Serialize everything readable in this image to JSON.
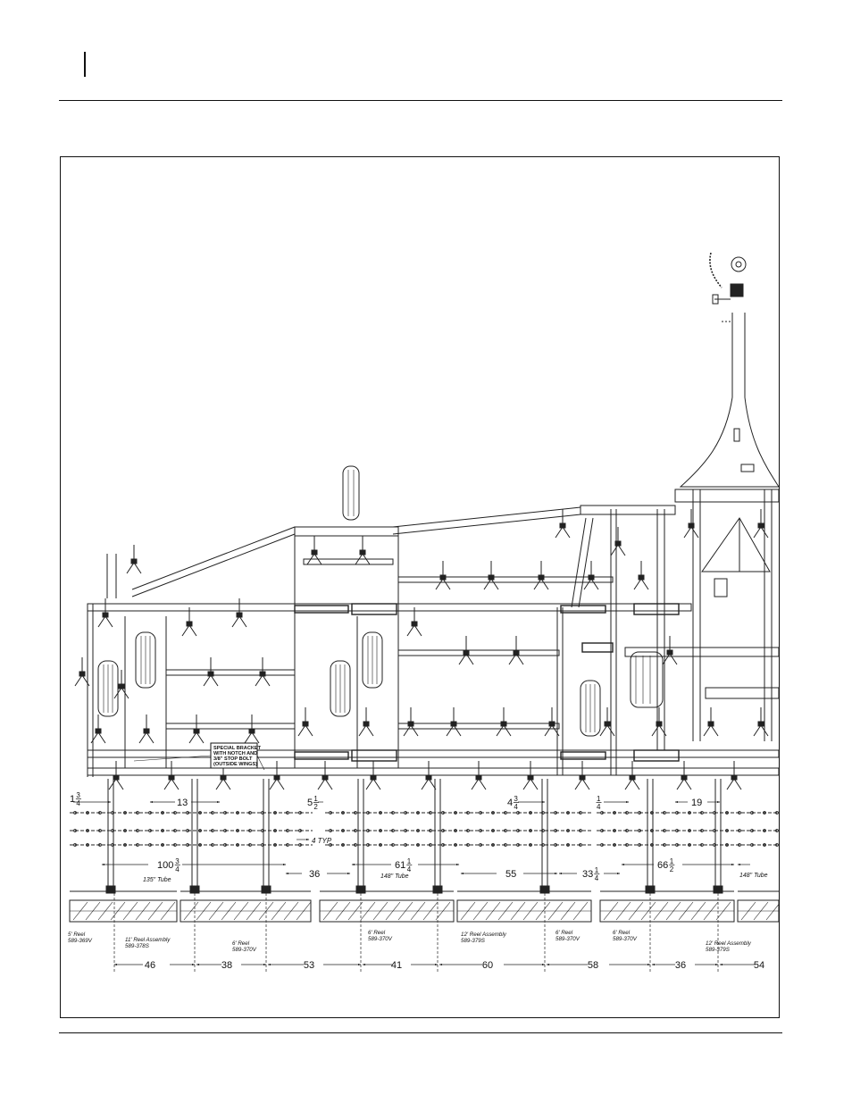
{
  "diagram": {
    "special_bracket_note": [
      "SPECIAL BRACKET",
      "WITH NOTCH AND",
      "3/8\" STOP BOLT",
      "(OUTSIDE WINGS)"
    ],
    "typ_note": "4 TYP",
    "upper_dims": [
      {
        "whole": "1",
        "num": "3",
        "den": "4"
      },
      {
        "whole": "13",
        "num": "",
        "den": ""
      },
      {
        "whole": "5",
        "num": "1",
        "den": "2"
      },
      {
        "whole": "4",
        "num": "3",
        "den": "4"
      },
      {
        "whole": "",
        "num": "1",
        "den": "4"
      },
      {
        "whole": "19",
        "num": "",
        "den": ""
      }
    ],
    "mid_dims": [
      {
        "whole": "100",
        "num": "3",
        "den": "4"
      },
      {
        "whole": "36",
        "num": "",
        "den": ""
      },
      {
        "whole": "61",
        "num": "1",
        "den": "4"
      },
      {
        "whole": "55",
        "num": "",
        "den": ""
      },
      {
        "whole": "33",
        "num": "1",
        "den": "4"
      },
      {
        "whole": "66",
        "num": "1",
        "den": "2"
      }
    ],
    "tubes": [
      "135\" Tube",
      "148\" Tube",
      "148\" Tube"
    ],
    "reels": [
      {
        "line1": "5' Reel",
        "line2": "589-369V"
      },
      {
        "line1": "11' Reel Assembly",
        "line2": "589-378S"
      },
      {
        "line1": "6' Reel",
        "line2": "589-370V"
      },
      {
        "line1": "6' Reel",
        "line2": "589-370V"
      },
      {
        "line1": "12' Reel Assembly",
        "line2": "589-379S"
      },
      {
        "line1": "6' Reel",
        "line2": "589-370V"
      },
      {
        "line1": "6' Reel",
        "line2": "589-370V"
      },
      {
        "line1": "12' Reel Assembly",
        "line2": "589-379S"
      }
    ],
    "bottom_dims": [
      "46",
      "38",
      "53",
      "41",
      "60",
      "58",
      "36",
      "54"
    ]
  }
}
